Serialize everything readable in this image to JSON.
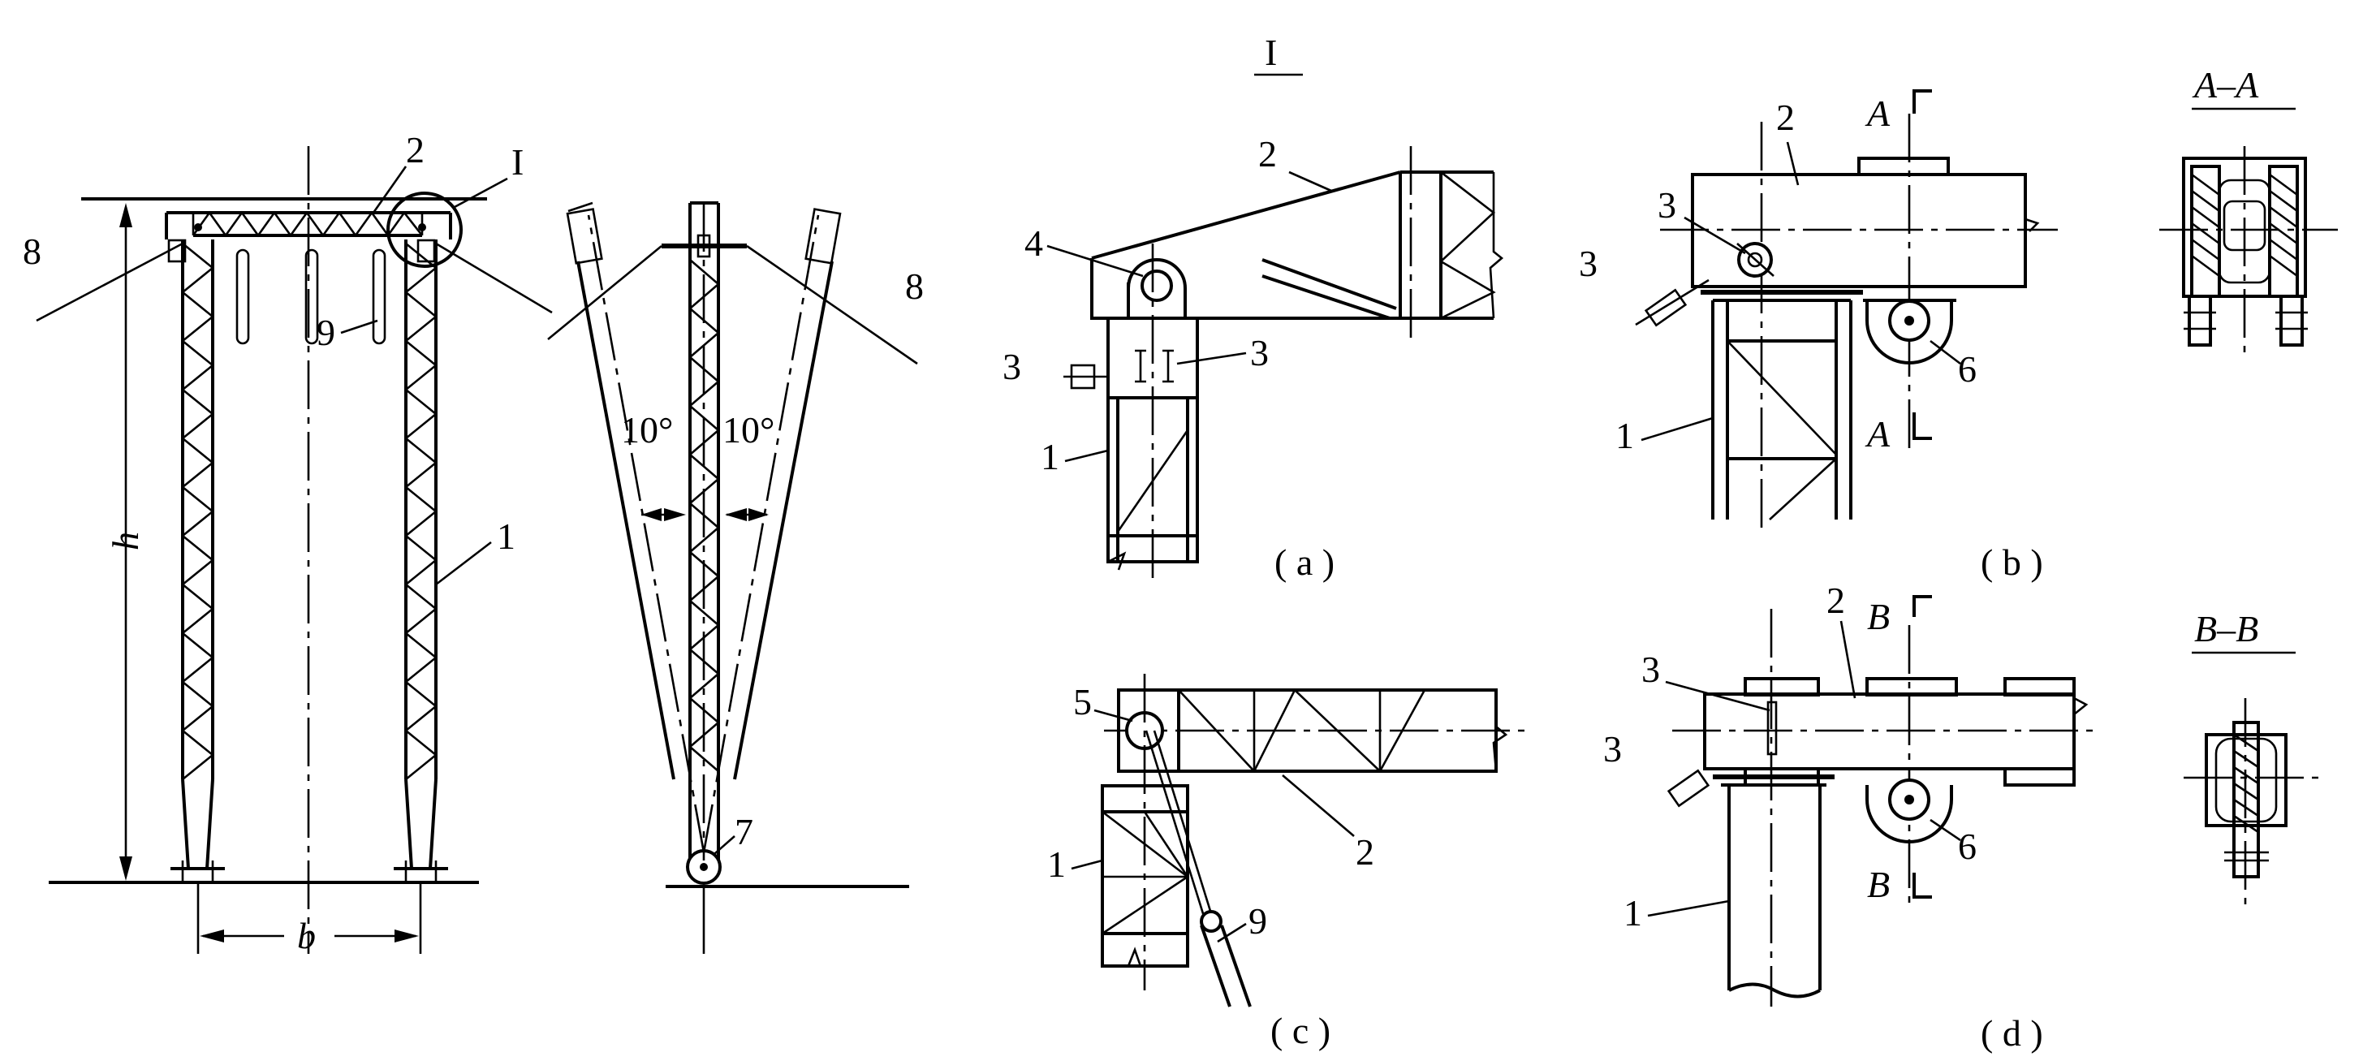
{
  "labels": {
    "n1": "1",
    "n2": "2",
    "n3": "3",
    "n4": "4",
    "n5": "5",
    "n6": "6",
    "n7": "7",
    "n8": "8",
    "n9": "9"
  },
  "dims": {
    "height": "h",
    "width": "b"
  },
  "angles": {
    "left": "10°",
    "right": "10°"
  },
  "detail_mark": "I",
  "captions": {
    "a": "( a )",
    "b": "( b )",
    "c": "( c )",
    "d": "( d )"
  },
  "sections": {
    "aa_title": "A–A",
    "bb_title": "B–B",
    "a": "A",
    "b": "B"
  }
}
